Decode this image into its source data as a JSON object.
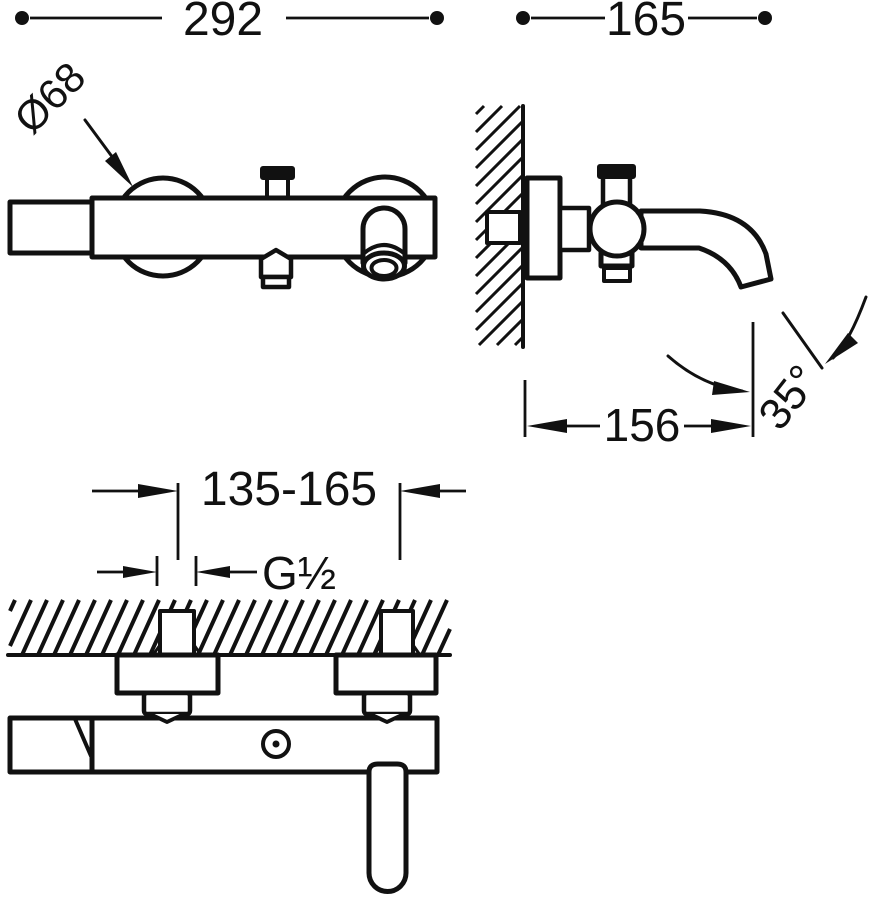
{
  "drawing": {
    "line_color": "#111111",
    "background": "#ffffff",
    "dims": {
      "overall_width": "292",
      "depth": "165",
      "escutcheon_diameter": "Ø68",
      "spout_projection": "156",
      "spout_angle": "35°",
      "inlet_spacing": "135-165",
      "thread": "G½"
    }
  }
}
